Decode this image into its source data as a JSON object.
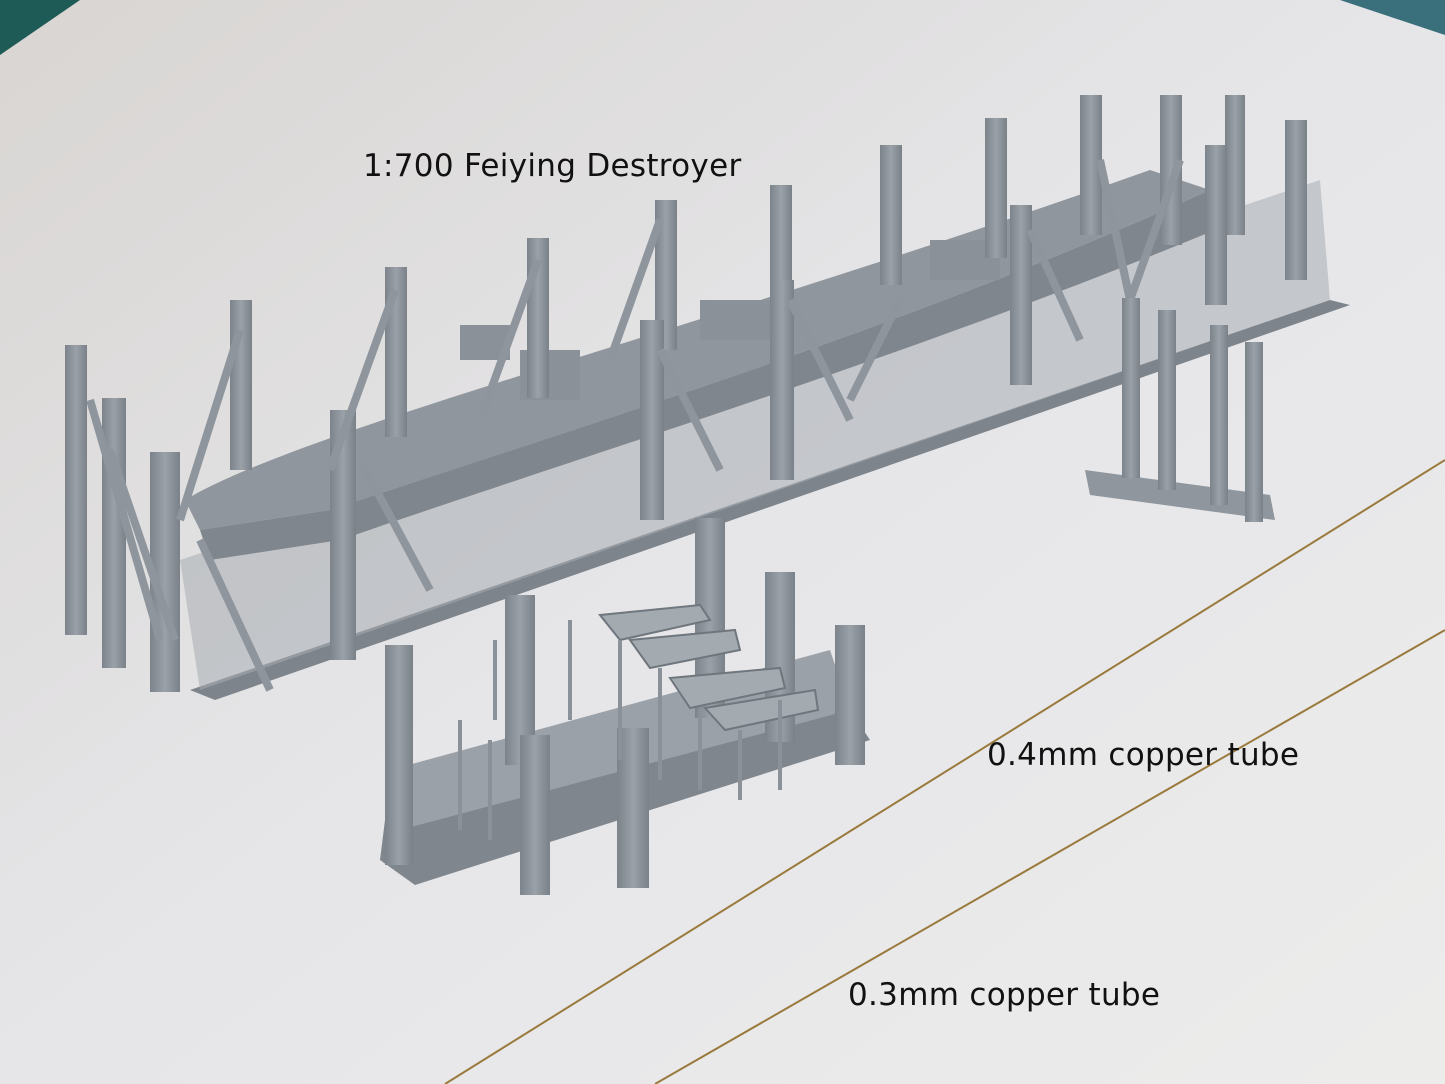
{
  "image": {
    "description": "Product photo of 3D-printed grey resin 1:700 scale Feiying destroyer model on support sprues, with accessory parts sprue (lifeboats, propellers, masts), small torpedo/part sprue, and two thin copper tubes on white paper",
    "colors": {
      "paper": "#e6e6e8",
      "resin": "#8e959c",
      "resin_dark": "#5f666d",
      "resin_light": "#b3b9bf",
      "copper": "#9a7a3c",
      "background_green": "#1e5a56"
    }
  },
  "labels": {
    "model_title": "1:700 Feiying Destroyer",
    "tube_04": "0.4mm copper tube",
    "tube_03": "0.3mm copper tube"
  }
}
